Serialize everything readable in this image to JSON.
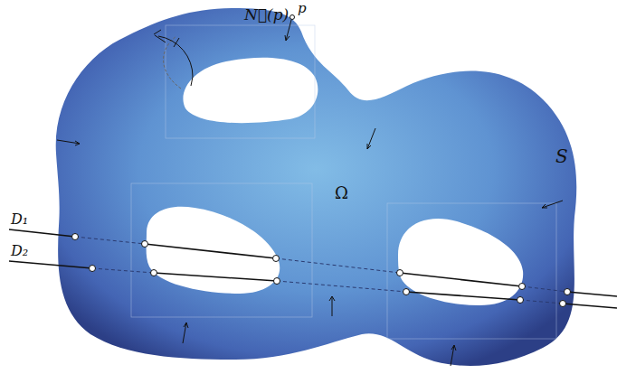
{
  "diagram": {
    "labels": [
      "N⃗(p)",
      "p",
      "Ω",
      "S",
      "D₁",
      "D₂"
    ]
  }
}
